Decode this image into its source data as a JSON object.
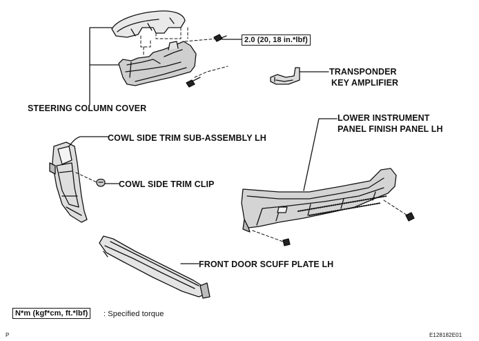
{
  "labels": {
    "steering_column_cover": "STEERING COLUMN COVER",
    "torque_value": "2.0 (20, 18 in.*lbf)",
    "transponder_line1": "TRANSPONDER",
    "transponder_line2": "KEY AMPLIFIER",
    "lower_panel_line1": "LOWER INSTRUMENT",
    "lower_panel_line2": "PANEL FINISH PANEL LH",
    "cowl_side_trim": "COWL SIDE TRIM SUB-ASSEMBLY LH",
    "cowl_side_trim_clip": "COWL SIDE TRIM CLIP",
    "front_door_scuff": "FRONT DOOR SCUFF PLATE LH"
  },
  "legend": {
    "unit_box": "N*m (kgf*cm, ft.*lbf)",
    "description": ": Specified torque"
  },
  "footer": {
    "page_marker": "P",
    "figure_code": "E128182E01"
  }
}
